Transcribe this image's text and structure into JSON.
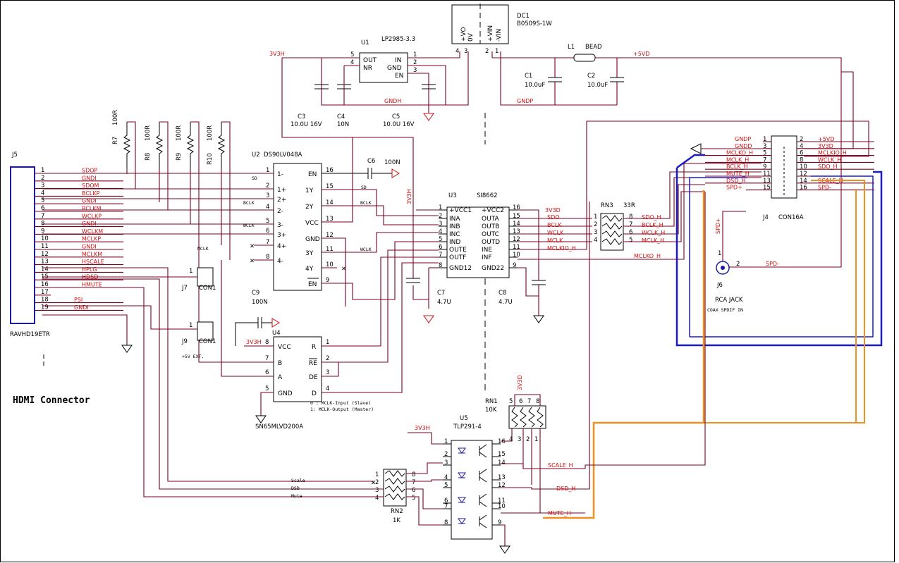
{
  "title": "HDMI Connector",
  "components": {
    "J5": {
      "ref": "J5",
      "value": "RAVHD19ETR"
    },
    "U2": {
      "ref": "U2",
      "value": "DS90LV048A"
    },
    "U1": {
      "ref": "U1",
      "value": "LP2985-3.3"
    },
    "DC1": {
      "ref": "DC1",
      "value": "B0509S-1W"
    },
    "L1": {
      "ref": "L1",
      "value": "BEAD"
    },
    "C1": {
      "ref": "C1",
      "value": "10.0uF"
    },
    "C2": {
      "ref": "C2",
      "value": "10.0uF"
    },
    "C3": {
      "ref": "C3",
      "value": "10.0U 16V"
    },
    "C4": {
      "ref": "C4",
      "value": "10N"
    },
    "C5": {
      "ref": "C5",
      "value": "10.0U 16V"
    },
    "C6": {
      "ref": "C6",
      "value": "100N"
    },
    "C7": {
      "ref": "C7",
      "value": "4.7U"
    },
    "C8": {
      "ref": "C8",
      "value": "4.7U"
    },
    "C9": {
      "ref": "C9",
      "value": "100N"
    },
    "U3": {
      "ref": "U3",
      "value": "SI8662"
    },
    "RN3": {
      "ref": "RN3",
      "value": "33R"
    },
    "J4": {
      "ref": "J4",
      "value": "CON16A"
    },
    "J6": {
      "ref": "J6",
      "value": "RCA JACK"
    },
    "J6note": "COAX SPDIF IN",
    "U4": {
      "ref": "U4",
      "value": "SN65MLVD200A"
    },
    "J7": {
      "ref": "J7",
      "value": "CON1"
    },
    "J9": {
      "ref": "J9",
      "value": "CON1"
    },
    "J9note": "+5V EXT.",
    "RN1": {
      "ref": "RN1",
      "value": "10K"
    },
    "RN2": {
      "ref": "RN2",
      "value": "1K"
    },
    "U5": {
      "ref": "U5",
      "value": "TLP291-4"
    },
    "R7": {
      "ref": "R7",
      "value": "100R"
    },
    "R8": {
      "ref": "R8",
      "value": "100R"
    },
    "R9": {
      "ref": "R9",
      "value": "100R"
    },
    "R10": {
      "ref": "R10",
      "value": "100R"
    }
  },
  "u1_pins": [
    "OUT",
    "NR",
    "IN",
    "GND",
    "EN"
  ],
  "dc1_pins": [
    "+VO",
    "0V",
    "+VIN",
    "-VIN"
  ],
  "u2_left": [
    "1-",
    "1+",
    "2+",
    "2-",
    "3-",
    "3+",
    "4+",
    "4-"
  ],
  "u2_right": [
    "EN",
    "1Y",
    "2Y",
    "VCC",
    "GND",
    "3Y",
    "4Y",
    "EN"
  ],
  "u3_left": [
    "+VCC1",
    "INA",
    "INB",
    "INC",
    "IND",
    "OUTE",
    "OUTF",
    "GND12"
  ],
  "u3_right": [
    "+VCC2",
    "OUTA",
    "OUTB",
    "OUTC",
    "OUTD",
    "INE",
    "INF",
    "GND22"
  ],
  "u4_left": [
    "VCC",
    "B",
    "A",
    "GND"
  ],
  "u4_right": [
    "R",
    "RE",
    "DE",
    "D"
  ],
  "mclk_note": [
    "0 : MCLK-Input  (Slave)",
    "1: MCLK-Output (Master)"
  ],
  "j5_nets": [
    "SDOP",
    "GNDI",
    "SDOM",
    "BCLKP",
    "GNDI",
    "BCLKM",
    "WCLKP",
    "GNDI",
    "WCLKM",
    "MCLKP",
    "GNDI",
    "MCLKM",
    "HSCALE",
    "HPLG",
    "HDSD",
    "HMUTE",
    "",
    "PSI",
    "GNDI"
  ],
  "j4_left": [
    "GNDP",
    "GNDD",
    "MCLKO_H",
    "MCLK_H",
    "BCLK_H",
    "MUTE_H",
    "DSD_H",
    "SPD+"
  ],
  "j4_right": [
    "+5VD",
    "3V3D",
    "MCLKIO_H",
    "WCLK_H",
    "SDO_H",
    "",
    "SCALE_H",
    "SPD-"
  ],
  "nets": {
    "3v3h": "3V3H",
    "5vd": "+5VD",
    "3v3d": "3V3D",
    "gndh": "GNDH",
    "gndp": "GNDP",
    "sd": "SD",
    "bclk": "BCLK",
    "wclk": "WCLK",
    "mclk": "MCLK",
    "sdo": "SDO",
    "mclkio": "MCLKIO_H",
    "mclko": "MCLKO_H",
    "rn3_out": [
      "SDO_H",
      "BCLK_H",
      "WCLK_H",
      "MCLK_H"
    ],
    "scale": "SCALE_H",
    "dsd": "DSD_H",
    "mute": "MUTE_H",
    "spd_minus": "SPD-",
    "spd_plus": "SPD+",
    "rn2_nets": [
      "Scale",
      "DSD",
      "Mute"
    ]
  }
}
